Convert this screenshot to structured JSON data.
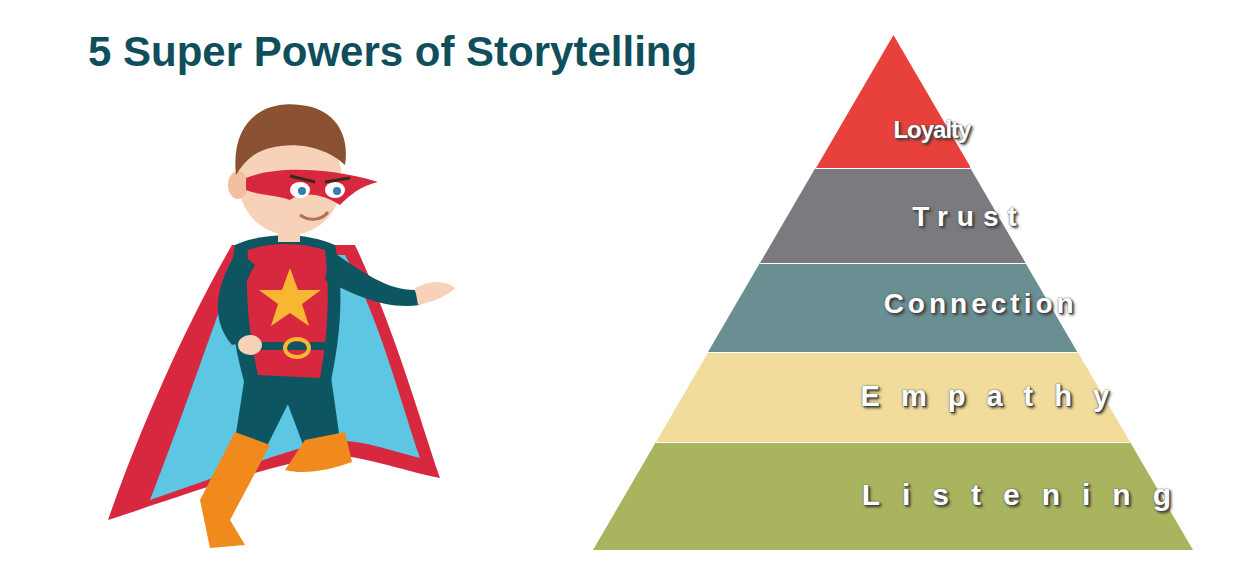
{
  "diagram": {
    "title": "5 Super Powers of Storytelling",
    "nodes": [
      {
        "text": [
          "Loyalty"
        ]
      },
      {
        "text": [
          "Trust"
        ]
      },
      {
        "text": [
          "Connection"
        ]
      },
      {
        "text": [
          "Empathy"
        ]
      },
      {
        "text": [
          "Listening"
        ]
      }
    ]
  }
}
